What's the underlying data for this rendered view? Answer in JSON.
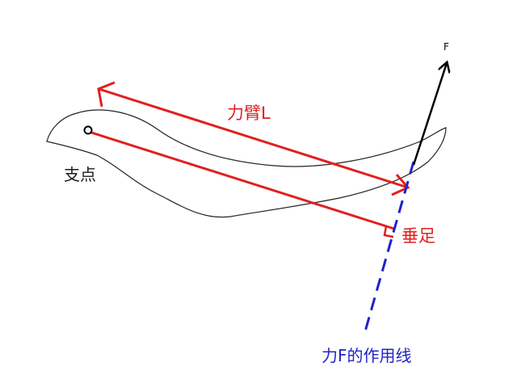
{
  "labels": {
    "lever_arm": "力臂L",
    "fulcrum": "支点",
    "perpendicular_foot": "垂足",
    "line_of_action": "力F的作用线",
    "force": "F"
  },
  "colors": {
    "arm": "#e02020",
    "line_of_action": "#1f23c8",
    "force_arrow": "#000000",
    "outline": "#222222",
    "text": "#1a1a1a"
  }
}
